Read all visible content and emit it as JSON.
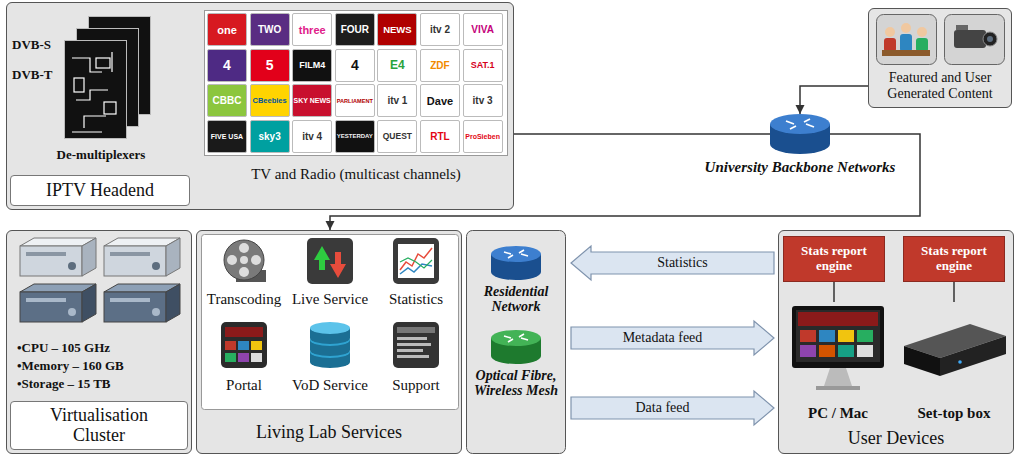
{
  "diagram": {
    "nodes": [
      {
        "text": [
          "IPTV Headend"
        ]
      },
      {
        "text": [
          "TV and Radio (multicast channels)"
        ],
        "in": 0
      },
      {
        "text": [
          "University Backbone Networks"
        ]
      },
      {
        "text": [
          "Featured and User Generated Content"
        ]
      },
      {
        "text": [
          "•CPU – 105 GHz",
          "•Memory – 160 GB",
          "•Storage – 15 TB",
          "Virtualisation Cluster"
        ]
      },
      {
        "text": [
          "Living Lab Services"
        ]
      },
      {
        "text": [
          "Transcoding"
        ],
        "in": 5
      },
      {
        "text": [
          "Live Service"
        ],
        "in": 5
      },
      {
        "text": [
          "Statistics"
        ],
        "in": 5
      },
      {
        "text": [
          "Portal"
        ],
        "in": 5
      },
      {
        "text": [
          "VoD Service"
        ],
        "in": 5
      },
      {
        "text": [
          "Support"
        ],
        "in": 5
      },
      {
        "text": [
          "Residential Network"
        ]
      },
      {
        "text": [
          "Optical Fibre, Wireless Mesh"
        ]
      },
      {
        "text": [
          "User Devices"
        ]
      },
      {
        "text": [
          "Stats report engine"
        ],
        "in": 14
      },
      {
        "text": [
          "Stats report engine"
        ],
        "in": 14
      },
      {
        "text": [
          "PC / Mac"
        ],
        "in": 14
      },
      {
        "text": [
          "Set-top box"
        ],
        "in": 14
      }
    ],
    "edges": [
      {
        "from": 0,
        "to": 2,
        "arrow": "none"
      },
      {
        "from": 3,
        "to": 2,
        "arrow": "to"
      },
      {
        "from": 2,
        "to": 5,
        "arrow": "to"
      },
      {
        "from": 15,
        "to": 17,
        "arrow": "none"
      },
      {
        "from": 16,
        "to": 18,
        "arrow": "none"
      },
      {
        "from": 14,
        "to": 12,
        "arrow": "to",
        "label": "Statistics"
      },
      {
        "from": 12,
        "to": 14,
        "arrow": "to",
        "label": "Metadata feed"
      },
      {
        "from": 13,
        "to": 14,
        "arrow": "to",
        "label": "Data feed"
      }
    ],
    "labels": [
      "DVB-S",
      "DVB-T",
      "De-multiplexers",
      "one",
      "TWO",
      "three",
      "FOUR",
      "NEWS",
      "itv 2",
      "VIVA",
      "4",
      "5",
      "FILM4",
      "4",
      "E4",
      "ZDF",
      "SAT.1",
      "CBBC",
      "CBeebies",
      "SKY NEWS",
      "PARLIAMENT",
      "itv 1",
      "Dave",
      "itv 3",
      "FIVE USA",
      "sky3",
      "itv 4",
      "YESTERDAY",
      "QUEST",
      "RTL",
      "ProSieben"
    ]
  }
}
